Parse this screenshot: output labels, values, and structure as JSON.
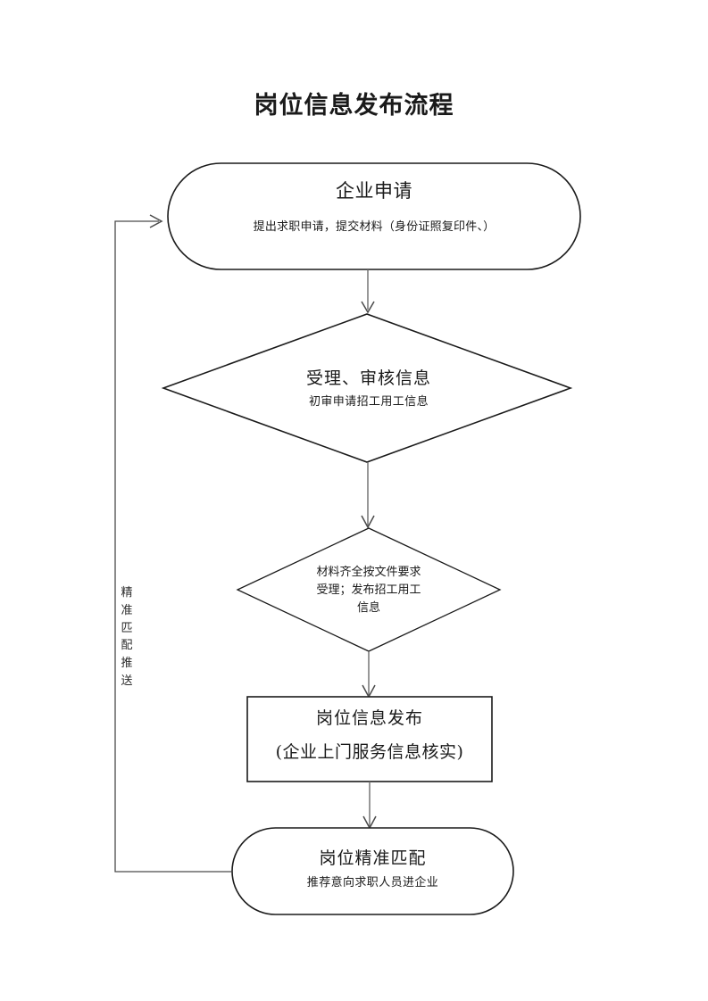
{
  "document": {
    "title": "岗位信息发布流程"
  },
  "theme": {
    "page_background": "#ffffff",
    "stroke": "#1a1a1a",
    "connector_stroke": "#6b6b6b",
    "text": "#1a1a1a"
  },
  "flowchart": {
    "type": "flowchart",
    "orientation": "top-to-bottom",
    "nodes": [
      {
        "id": "start",
        "shape": "rounded-rectangle",
        "title": "企业申请",
        "subtitle": "提出求职申请，提交材料（身份证照复印件、）"
      },
      {
        "id": "review",
        "shape": "diamond",
        "title": "受理、审核信息",
        "subtitle": "初审申请招工用工信息"
      },
      {
        "id": "condition",
        "shape": "diamond",
        "lines": [
          "材料齐全按文件要求",
          "受理；发布招工用工",
          "信息"
        ]
      },
      {
        "id": "publish",
        "shape": "rectangle",
        "title": "岗位信息发布",
        "subtitle": "(企业上门服务信息核实)"
      },
      {
        "id": "match",
        "shape": "rounded-rectangle",
        "title": "岗位精准匹配",
        "subtitle": "推荐意向求职人员进企业"
      }
    ],
    "edges": [
      {
        "from": "start",
        "to": "review",
        "label": ""
      },
      {
        "from": "review",
        "to": "condition",
        "label": ""
      },
      {
        "from": "condition",
        "to": "publish",
        "label": ""
      },
      {
        "from": "publish",
        "to": "match",
        "label": ""
      },
      {
        "from": "match",
        "to": "start",
        "label": "精准匹配推送",
        "label_orientation": "vertical",
        "routing": "left-feedback-loop"
      }
    ],
    "loop_label_chars": [
      "精",
      "准",
      "匹",
      "配",
      "推",
      "送"
    ]
  }
}
